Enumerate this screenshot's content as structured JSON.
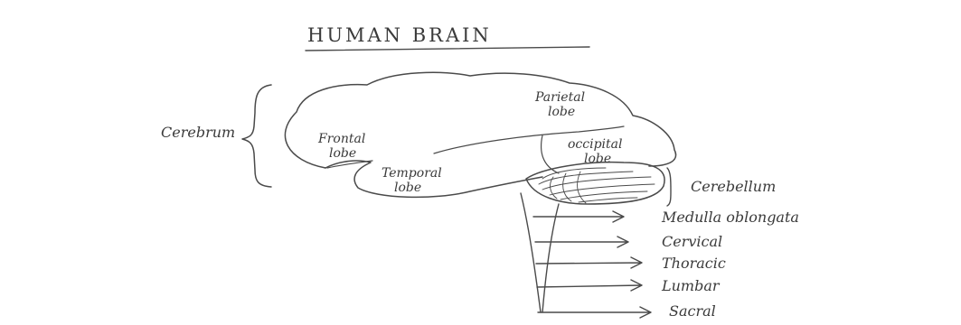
{
  "diagram": {
    "title": "HUMAN BRAIN",
    "region_labels": {
      "cerebrum": "Cerebrum",
      "cerebellum": "Cerebellum"
    },
    "lobes": [
      {
        "line1": "Parietal",
        "line2": "lobe"
      },
      {
        "line1": "Frontal",
        "line2": "lobe"
      },
      {
        "line1": "occipital",
        "line2": "lobe"
      },
      {
        "line1": "Temporal",
        "line2": "lobe"
      }
    ],
    "spinal_cord_labels": [
      "Medulla oblongata",
      "Cervical",
      "Thoracic",
      "Lumbar",
      "Sacral"
    ]
  }
}
